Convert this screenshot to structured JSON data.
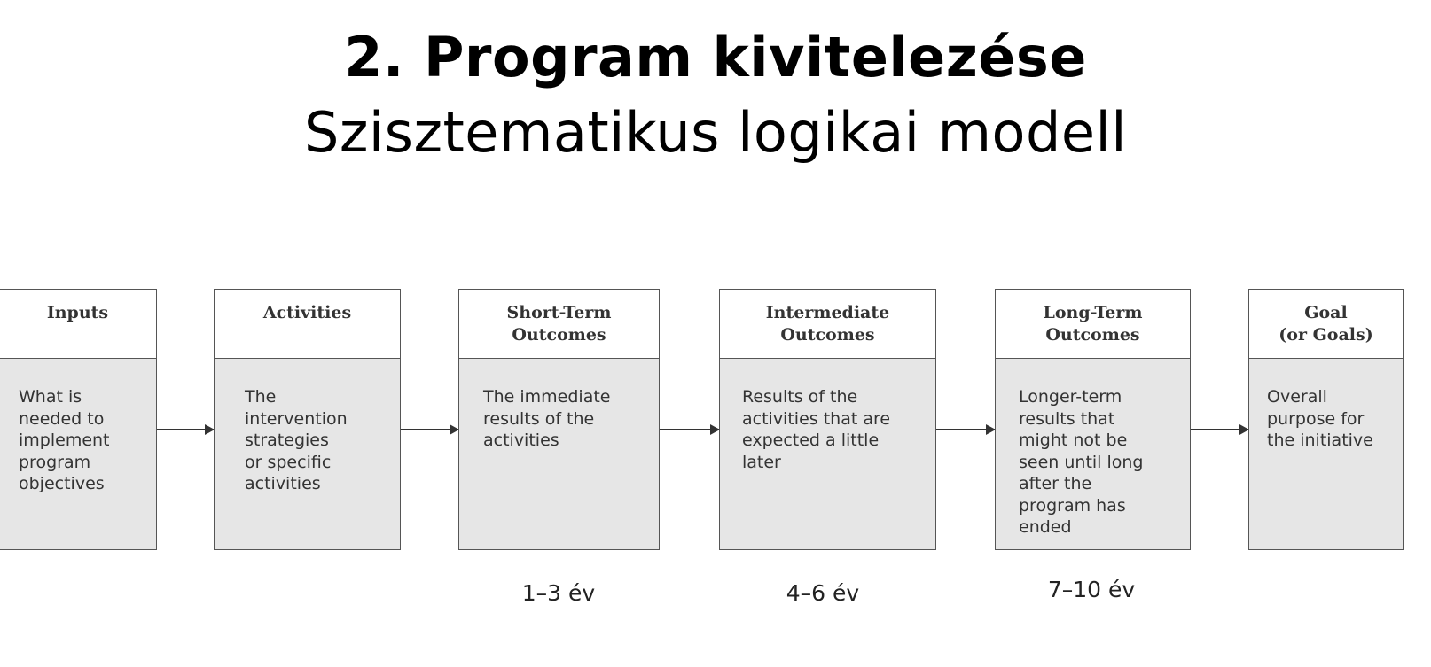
{
  "title": "2. Program kivitelezése",
  "subtitle": "Szisztematikus logikai modell",
  "stages": [
    {
      "header": "Inputs",
      "body": "What is\nneeded to\nimplement\nprogram\nobjectives"
    },
    {
      "header": "Activities",
      "body": "The\nintervention\nstrategies\nor specific\nactivities"
    },
    {
      "header": "Short-Term\nOutcomes",
      "body": "The immediate\nresults of the\nactivities"
    },
    {
      "header": "Intermediate\nOutcomes",
      "body": "Results of the\nactivities that are\nexpected a little\nlater"
    },
    {
      "header": "Long-Term\nOutcomes",
      "body": "Longer-term\nresults that\nmight not be\nseen until long\nafter the\nprogram has\nended"
    },
    {
      "header": "Goal\n(or Goals)",
      "body": "Overall\npurpose for\nthe initiative"
    }
  ],
  "timeframes": {
    "short_term": "1–3 év",
    "intermediate": "4–6 év",
    "long_term": "7–10 év"
  }
}
